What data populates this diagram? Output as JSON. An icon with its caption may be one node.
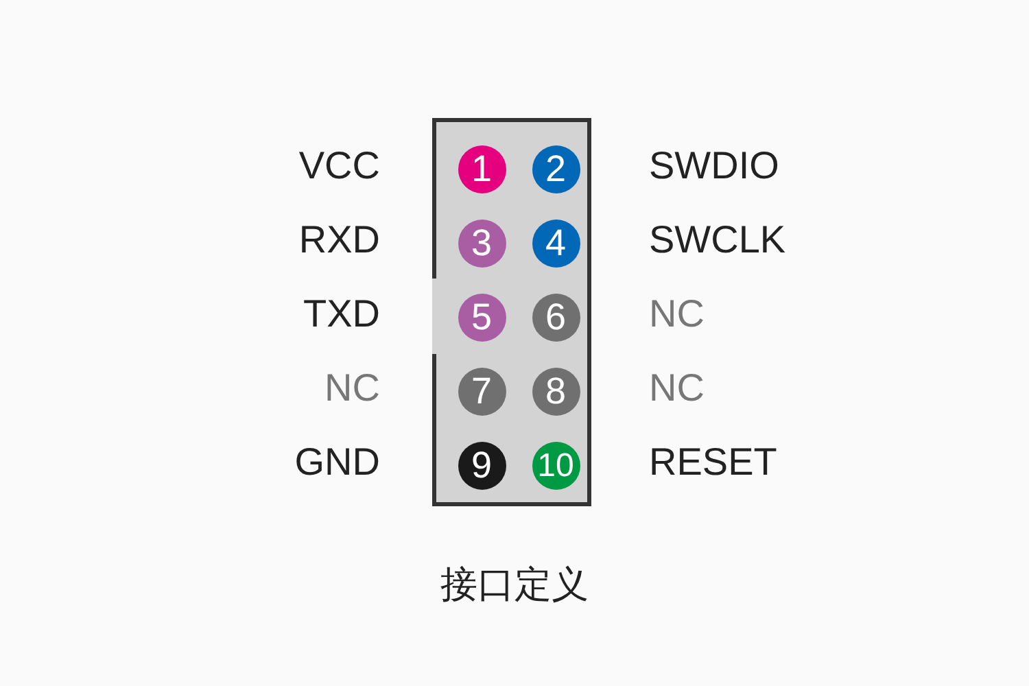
{
  "diagram": {
    "title": "接口定义",
    "nodes": [
      {
        "text": [],
        "shape": "box"
      },
      {
        "text": [
          "1"
        ],
        "in": 0
      },
      {
        "text": [
          "2"
        ],
        "in": 0
      },
      {
        "text": [
          "3"
        ],
        "in": 0
      },
      {
        "text": [
          "4"
        ],
        "in": 0
      },
      {
        "text": [
          "5"
        ],
        "in": 0
      },
      {
        "text": [
          "6"
        ],
        "in": 0
      },
      {
        "text": [
          "7"
        ],
        "in": 0
      },
      {
        "text": [
          "8"
        ],
        "in": 0
      },
      {
        "text": [
          "9"
        ],
        "in": 0
      },
      {
        "text": [
          "10"
        ],
        "in": 0
      }
    ],
    "labels": [
      "VCC",
      "SWDIO",
      "RXD",
      "SWCLK",
      "TXD",
      "NC",
      "NC",
      "NC",
      "GND",
      "RESET"
    ]
  }
}
